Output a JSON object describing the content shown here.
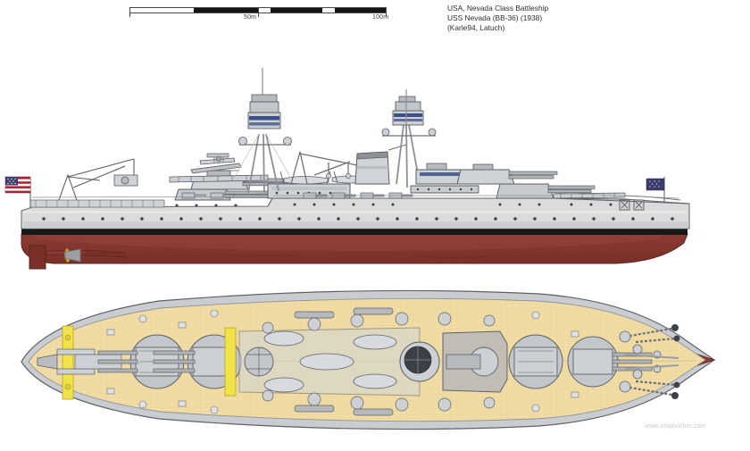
{
  "caption": {
    "line1": "USA, Nevada Class Battleship",
    "line2": "USS Nevada (BB-36) (1938)",
    "line3": "(Karle94, Latuch)"
  },
  "scalebar": {
    "label_mid": "50m",
    "label_end": "100m",
    "total_metres": 100,
    "segment_count": 4
  },
  "watermark": "www.shipbucket.com",
  "drawing": {
    "subject": "USS Nevada (BB-36) battleship, 1938 refit",
    "views": [
      {
        "name": "side-elevation",
        "orientation": "port profile, bow to the right"
      },
      {
        "name": "plan-view",
        "orientation": "deck plan, bow to the right"
      }
    ],
    "flags": [
      {
        "name": "ensign-stars-and-stripes",
        "position": "stern",
        "colors": [
          "#b22234",
          "#ffffff",
          "#3c3b6e"
        ]
      },
      {
        "name": "union-jack",
        "position": "bow",
        "colors": [
          "#3c3b6e",
          "#ffffff"
        ]
      }
    ]
  },
  "colors": {
    "background": "#ffffff",
    "hull_grey": "#d6d8da",
    "hull_grey_dark": "#b9bcc0",
    "superstructure": "#cfd2d6",
    "deck_wood": "#f0dca4",
    "deck_wood_dark": "#e2c98c",
    "hull_red": "#8c3a33",
    "hull_red_dark": "#6f2b25",
    "boot_topping": "#1a1a1a",
    "outline": "#4a4a4a",
    "metal_mid": "#9ea2a8",
    "metal_dark": "#6e7278",
    "window_blue": "#3b4f8a",
    "catapult_yellow": "#f2e249",
    "prop_bronze": "#d9a92e",
    "text": "#2e2e2e",
    "watermark": "#c9c9c9"
  }
}
